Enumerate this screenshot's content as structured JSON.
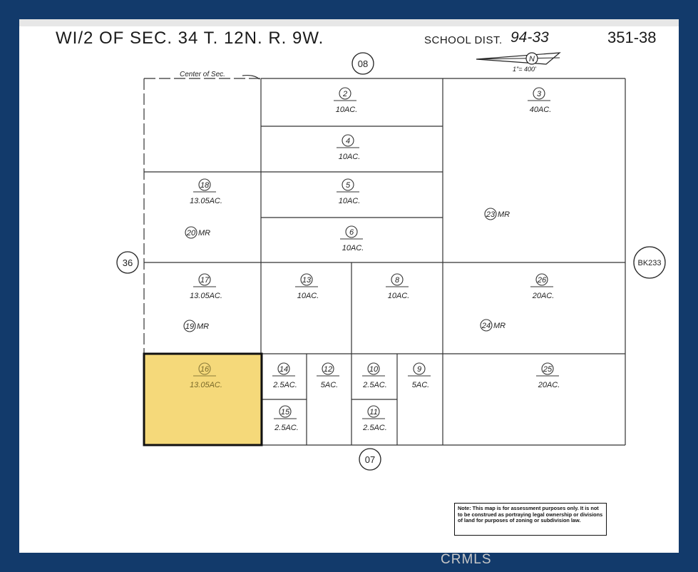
{
  "header": {
    "title": "WI/2 OF SEC. 34 T. 12N. R. 9W.",
    "school_label": "SCHOOL DIST.",
    "school_number": "94-33",
    "map_number": "351-38",
    "scale": "1\"= 400'",
    "north_marker": "N"
  },
  "map": {
    "center_label": "Center of Sec.",
    "adjacent": {
      "top": "08",
      "bottom": "07",
      "left": "36",
      "right": "BK233"
    },
    "parcels": [
      {
        "id": "2",
        "acres": "10AC."
      },
      {
        "id": "3",
        "acres": "40AC."
      },
      {
        "id": "4",
        "acres": "10AC."
      },
      {
        "id": "5",
        "acres": "10AC."
      },
      {
        "id": "6",
        "acres": "10AC."
      },
      {
        "id": "18",
        "acres": "13.05AC."
      },
      {
        "id": "17",
        "acres": "13.05AC."
      },
      {
        "id": "13",
        "acres": "10AC."
      },
      {
        "id": "8",
        "acres": "10AC."
      },
      {
        "id": "26",
        "acres": "20AC."
      },
      {
        "id": "16",
        "acres": "13.05AC."
      },
      {
        "id": "14",
        "acres": "2.5AC."
      },
      {
        "id": "12",
        "acres": "5AC."
      },
      {
        "id": "10",
        "acres": "2.5AC."
      },
      {
        "id": "9",
        "acres": "5AC."
      },
      {
        "id": "25",
        "acres": "20AC."
      },
      {
        "id": "15",
        "acres": "2.5AC."
      },
      {
        "id": "11",
        "acres": "2.5AC."
      }
    ],
    "mr_labels": [
      {
        "id": "20",
        "suffix": "MR"
      },
      {
        "id": "23",
        "suffix": "MR"
      },
      {
        "id": "19",
        "suffix": "MR"
      },
      {
        "id": "24",
        "suffix": "MR"
      }
    ],
    "highlighted_parcel": "16",
    "highlight_color": "#f5d97a"
  },
  "note": "Note: This map is for assessment purposes only. It is not to be construed as portraying legal ownership or divisions of land for purposes of zoning or subdivision law.",
  "watermark": "CRMLS"
}
